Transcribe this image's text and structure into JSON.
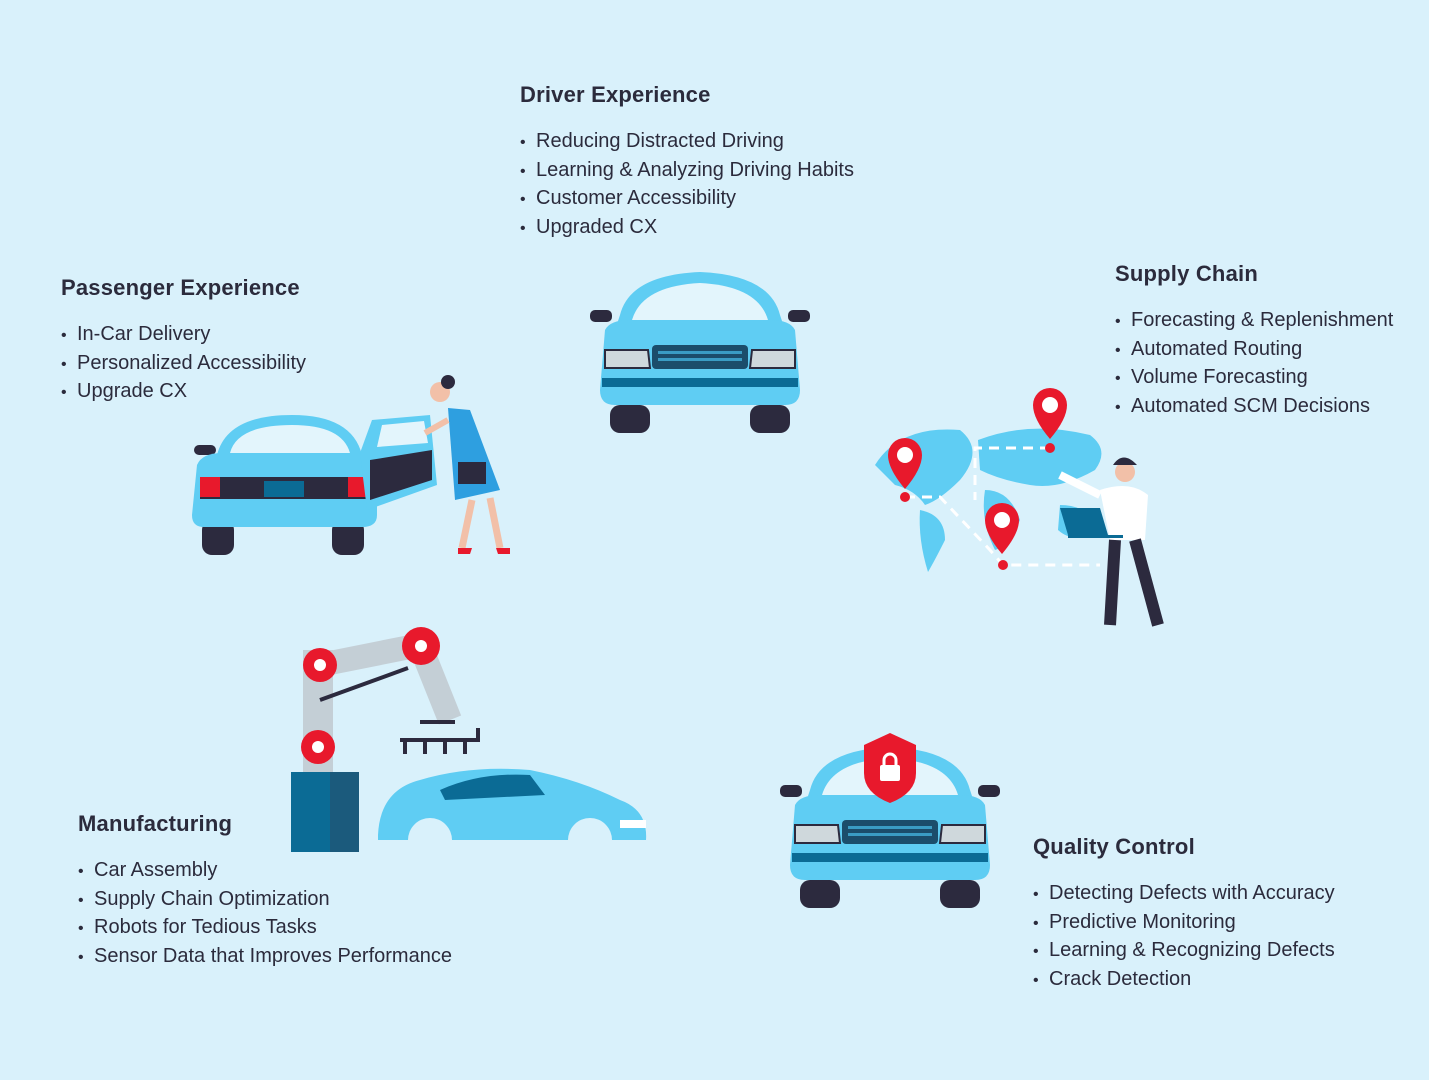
{
  "colors": {
    "background": "#d9f1fb",
    "car": "#5fcdf3",
    "accent_dark": "#0b6b95",
    "red": "#e8192c",
    "text": "#2b2b3c"
  },
  "sections": {
    "driver": {
      "title": "Driver Experience",
      "items": [
        "Reducing Distracted Driving",
        "Learning & Analyzing Driving Habits",
        "Customer Accessibility",
        "Upgraded CX"
      ]
    },
    "passenger": {
      "title": "Passenger Experience",
      "items": [
        "In-Car Delivery",
        "Personalized Accessibility",
        "Upgrade CX"
      ]
    },
    "supply": {
      "title": "Supply Chain",
      "items": [
        "Forecasting & Replenishment",
        "Automated Routing",
        "Volume Forecasting",
        "Automated SCM Decisions"
      ]
    },
    "manufacturing": {
      "title": "Manufacturing",
      "items": [
        "Car Assembly",
        "Supply Chain Optimization",
        "Robots for Tedious Tasks",
        "Sensor Data that Improves Performance"
      ]
    },
    "quality": {
      "title": "Quality Control",
      "items": [
        "Detecting Defects with Accuracy",
        "Predictive Monitoring",
        "Learning & Recognizing Defects",
        "Crack Detection"
      ]
    }
  }
}
